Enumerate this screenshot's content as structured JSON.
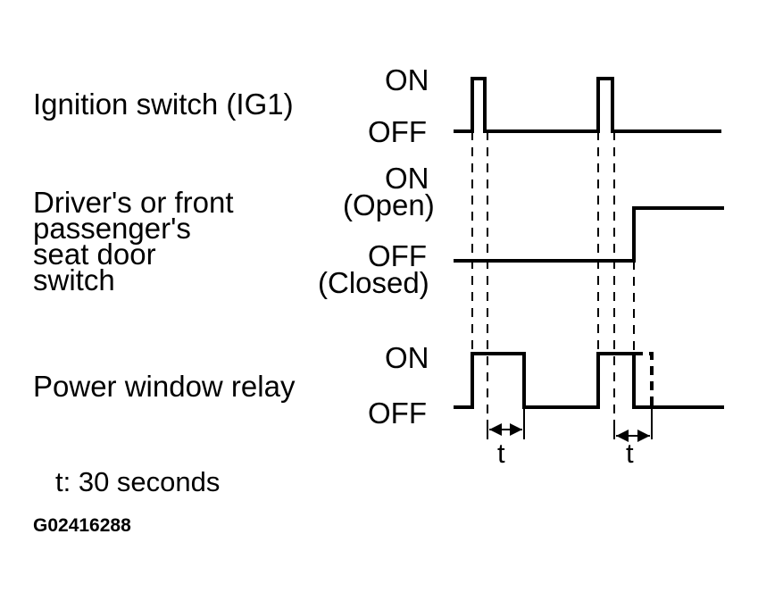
{
  "signals": {
    "ignition": {
      "label": "Ignition switch (IG1)",
      "on": "ON",
      "off": "OFF"
    },
    "door": {
      "label": "Driver's or front\npassenger's\nseat door\nswitch",
      "on": "ON",
      "on_note": "(Open)",
      "off": "OFF",
      "off_note": "(Closed)"
    },
    "relay": {
      "label": "Power window relay",
      "on": "ON",
      "off": "OFF"
    }
  },
  "timing_marks": [
    "t",
    "t"
  ],
  "legend": "t: 30 seconds",
  "figure_code": "G02416288"
}
